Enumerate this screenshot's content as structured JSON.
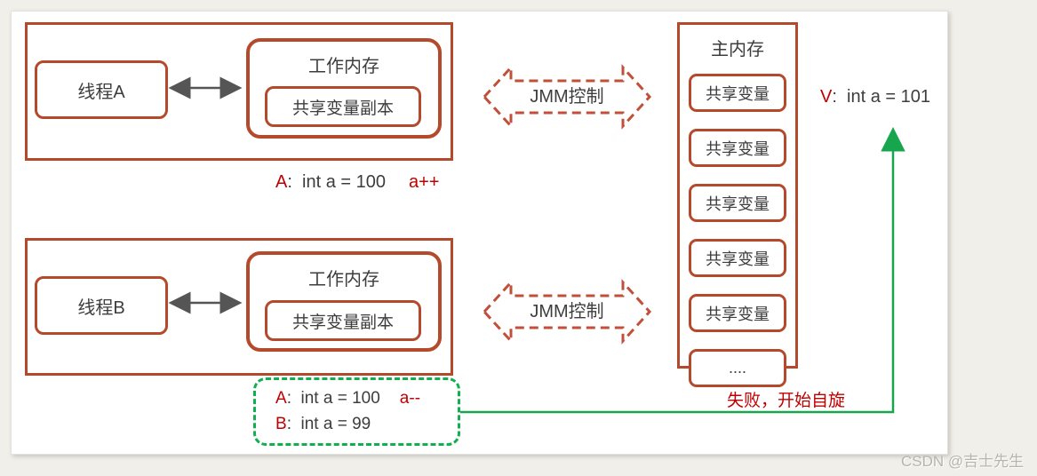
{
  "colors": {
    "box_border": "#b5492b",
    "jmm_dashed": "#c0503a",
    "green": "#10b050",
    "green_arrow": "#17a64e",
    "red_text": "#c00000",
    "dark_text": "#3d3d3d",
    "gray_arrow": "#555555",
    "page_background": "#f1efe9"
  },
  "thread_a": {
    "label": "线程A",
    "workmem_title": "工作内存",
    "copy_label": "共享变量副本",
    "annotation": {
      "prefix": "A",
      "text": ":  int a = 100",
      "op": "a++"
    }
  },
  "thread_b": {
    "label": "线程B",
    "workmem_title": "工作内存",
    "copy_label": "共享变量副本"
  },
  "jmm": {
    "label": "JMM控制"
  },
  "main_memory": {
    "title": "主内存",
    "slots": [
      "共享变量",
      "共享变量",
      "共享变量",
      "共享变量",
      "共享变量",
      "...."
    ]
  },
  "result_v": {
    "prefix": "V",
    "text": ":  int a = 101"
  },
  "green_box": {
    "line1": {
      "prefix": "A",
      "text": ":  int a = 100",
      "op": "a--"
    },
    "line2": {
      "prefix": "B",
      "text": ":  int a = 99"
    }
  },
  "spin_text": "失败，开始自旋",
  "watermark": "CSDN @吉士先生"
}
